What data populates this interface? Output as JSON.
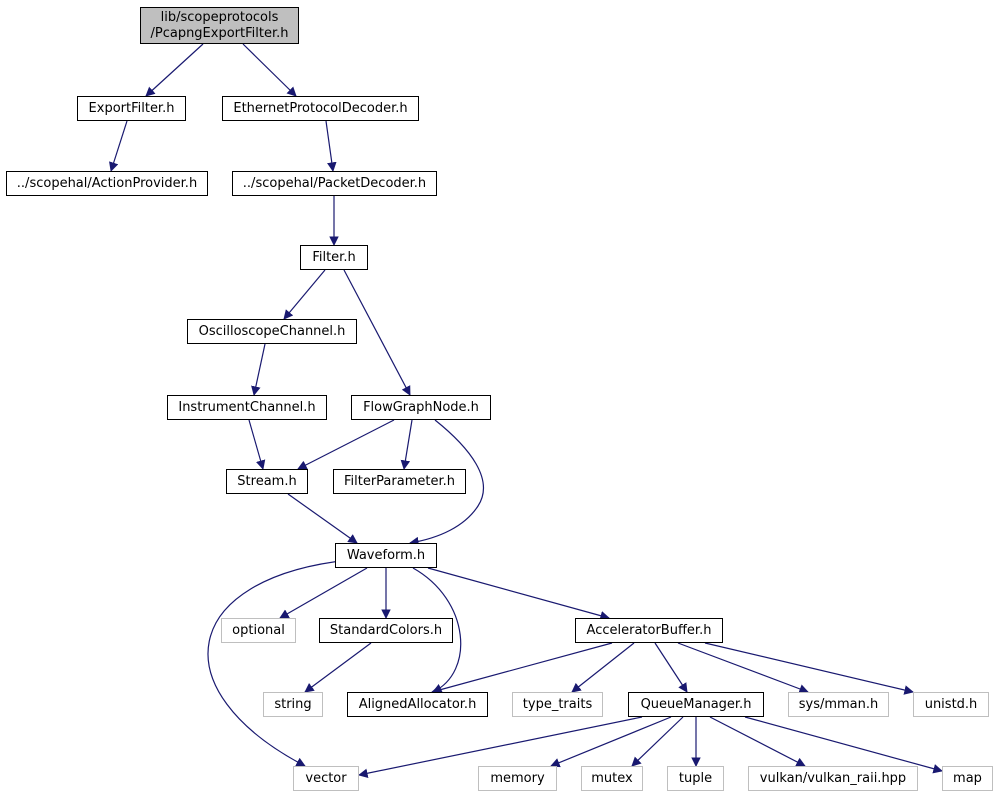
{
  "colors": {
    "edge": "#191970",
    "node_border": "#000000",
    "system_border": "#bfbfbf",
    "root_fill": "#bfbfbf"
  },
  "graph": {
    "root": {
      "line1": "lib/scopeprotocols",
      "line2": "/PcapngExportFilter.h"
    },
    "nodes": {
      "exportfilter": "ExportFilter.h",
      "ethernet": "EthernetProtocolDecoder.h",
      "actionprovider": "../scopehal/ActionProvider.h",
      "packetdecoder": "../scopehal/PacketDecoder.h",
      "filter": "Filter.h",
      "oscchannel": "OscilloscopeChannel.h",
      "instchannel": "InstrumentChannel.h",
      "flowgraph": "FlowGraphNode.h",
      "stream": "Stream.h",
      "filterparam": "FilterParameter.h",
      "waveform": "Waveform.h",
      "optional": "optional",
      "stdcolors": "StandardColors.h",
      "accelbuf": "AcceleratorBuffer.h",
      "string": "string",
      "aligned": "AlignedAllocator.h",
      "typetraits": "type_traits",
      "queuemgr": "QueueManager.h",
      "sysmman": "sys/mman.h",
      "unistd": "unistd.h",
      "vector": "vector",
      "memory": "memory",
      "mutex": "mutex",
      "tuple": "tuple",
      "vulkan": "vulkan/vulkan_raii.hpp",
      "map": "map"
    }
  }
}
